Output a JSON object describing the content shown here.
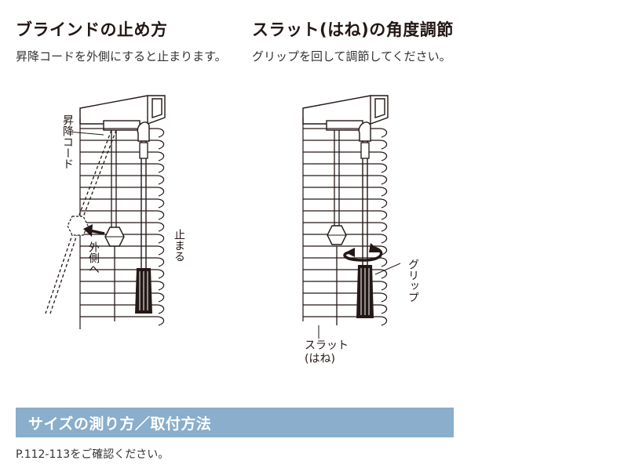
{
  "left": {
    "title": "ブラインドの止め方",
    "description": "昇降コードを外側にすると止まります。",
    "labels": {
      "cord": "昇降コード",
      "outward": "外側へ",
      "stop": "止まる"
    }
  },
  "right": {
    "title": "スラット(はね)の角度調節",
    "description": "グリップを回して調節してください。",
    "labels": {
      "grip": "グリップ",
      "slat_line1": "スラット",
      "slat_line2": "(はね)"
    }
  },
  "section": {
    "title": "サイズの測り方／取付方法",
    "note": "P.112-113をご確認ください。",
    "band_color": "#8aaecb"
  }
}
